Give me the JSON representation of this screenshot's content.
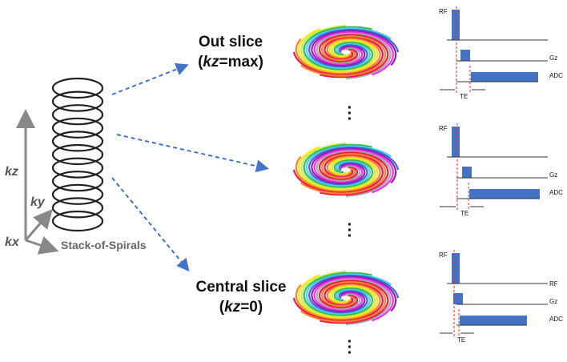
{
  "axes": {
    "kz": "kz",
    "ky": "ky",
    "kx": "kx"
  },
  "stack_label": "Stack-of-Spirals",
  "slices": {
    "out": {
      "line1": "Out slice",
      "kz_open": "(",
      "kz": "kz",
      "kz_value": "=max)"
    },
    "central": {
      "line1": "Central slice",
      "kz_open": "(",
      "kz": "kz",
      "kz_value": "=0)"
    }
  },
  "sequence_labels": {
    "rf": "RF",
    "gz": "Gz",
    "adc": "ADC",
    "te": "TE"
  },
  "colors": {
    "pulse": "#4472c4",
    "te_line": "#e03030",
    "arrow": "#4472c4",
    "axis": "#888888",
    "coil": "#222222",
    "spiral_palette": [
      "#e6194b",
      "#f58231",
      "#ffe119",
      "#bfef45",
      "#3cb44b",
      "#42d4f4",
      "#4363d8",
      "#911eb4",
      "#f032e6",
      "#a9a9a9"
    ]
  },
  "ellipsis": "⋮"
}
